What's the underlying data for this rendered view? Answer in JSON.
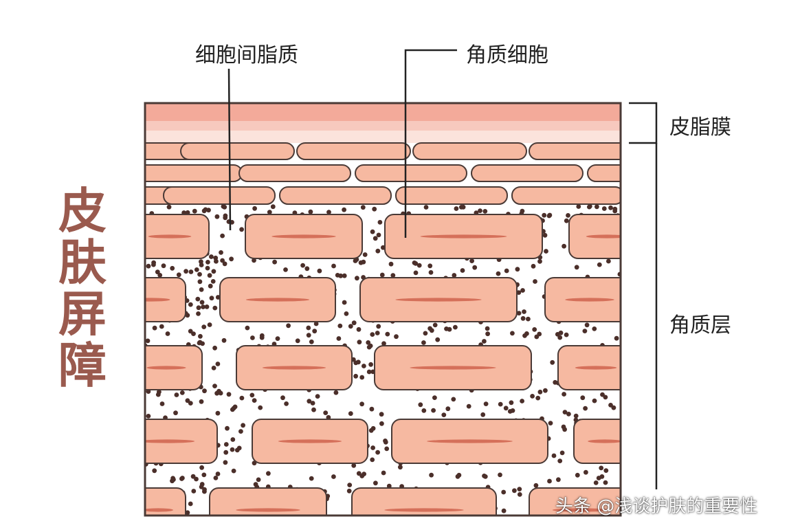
{
  "title_chars": [
    "皮",
    "肤",
    "屏",
    "障"
  ],
  "labels": {
    "intercellular_lipid": "细胞间脂质",
    "corneocyte": "角质细胞",
    "sebum_film": "皮脂膜",
    "stratum_corneum": "角质层"
  },
  "watermark": "头条 @浅谈护肤的重要性",
  "colors": {
    "title": "#9a5a4e",
    "cell_fill": "#f6b9a1",
    "cell_stroke": "#4a3a36",
    "cell_line": "#d5705a",
    "film_top": "#f3aa9a",
    "film_mid": "#f7c9be",
    "film_light": "#fbe3dc",
    "dot": "#4b2f2a"
  }
}
